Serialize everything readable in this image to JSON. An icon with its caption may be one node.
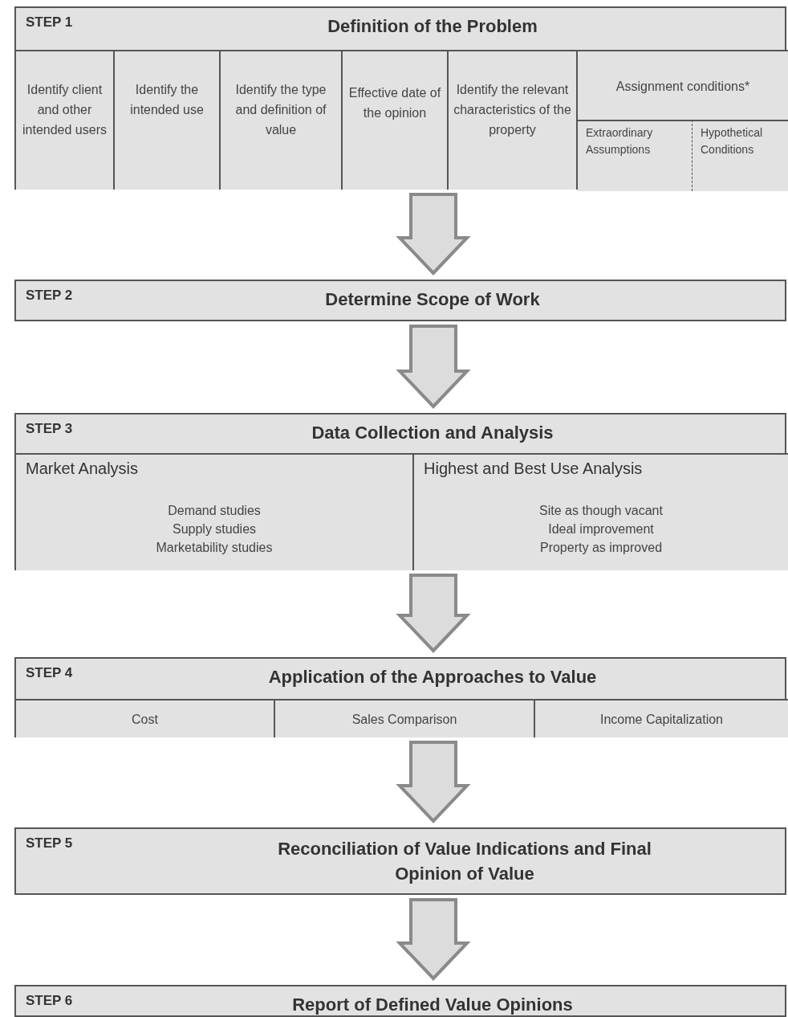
{
  "diagram": {
    "nodes": [
      {
        "text": [
          "STEP 1",
          "Definition of the Problem"
        ]
      },
      {
        "text": [
          "Identify client and other intended users"
        ],
        "in": 0
      },
      {
        "text": [
          "Identify the intended use"
        ],
        "in": 0
      },
      {
        "text": [
          "Identify the type and definition of value"
        ],
        "in": 0
      },
      {
        "text": [
          "Effective date of the opinion"
        ],
        "in": 0
      },
      {
        "text": [
          "Identify the relevant characteristics of the property"
        ],
        "in": 0
      },
      {
        "text": [
          "Assignment conditions*"
        ],
        "in": 0
      },
      {
        "text": [
          "Extraordinary Assumptions"
        ],
        "in": 6
      },
      {
        "text": [
          "Hypothetical Conditions"
        ],
        "in": 6
      },
      {
        "text": [
          "STEP 2",
          "Determine Scope of Work"
        ]
      },
      {
        "text": [
          "STEP 3",
          "Data Collection and Analysis"
        ]
      },
      {
        "text": [
          "Market Analysis",
          "Demand studies",
          "Supply studies",
          "Marketability studies"
        ],
        "in": 10
      },
      {
        "text": [
          "Highest and Best Use Analysis",
          "Site as though vacant",
          "Ideal improvement",
          "Property as improved"
        ],
        "in": 10
      },
      {
        "text": [
          "STEP 4",
          "Application of the Approaches to Value"
        ]
      },
      {
        "text": [
          "Cost"
        ],
        "in": 13
      },
      {
        "text": [
          "Sales Comparison"
        ],
        "in": 13
      },
      {
        "text": [
          "Income Capitalization"
        ],
        "in": 13
      },
      {
        "text": [
          "STEP 5",
          "Reconciliation of Value Indications and Final Opinion of Value"
        ]
      },
      {
        "text": [
          "STEP 6",
          "Report of Defined Value Opinions"
        ]
      }
    ],
    "edges": [
      {
        "from": 0,
        "to": 9,
        "arrow": "to"
      },
      {
        "from": 9,
        "to": 10,
        "arrow": "to"
      },
      {
        "from": 10,
        "to": 13,
        "arrow": "to"
      },
      {
        "from": 13,
        "to": 17,
        "arrow": "to"
      },
      {
        "from": 17,
        "to": 18,
        "arrow": "to"
      }
    ]
  }
}
